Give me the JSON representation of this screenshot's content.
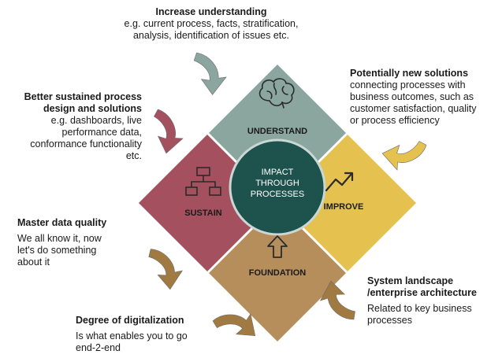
{
  "colors": {
    "understand": "#8aa69e",
    "improve": "#e5c14f",
    "sustain": "#a5505e",
    "foundation": "#b58e5c",
    "center": "#1e524d",
    "center_ring": "#c9d8d5",
    "arrow_brown": "#a07a40",
    "arrow_sage": "#8aa69e",
    "arrow_gold": "#e5c14f",
    "arrow_red": "#a5505e"
  },
  "icons": {
    "understand": "brain-icon",
    "improve": "trend-up-icon",
    "sustain": "org-chart-icon",
    "foundation": "arrow-up-icon"
  },
  "quadrants": {
    "understand": "UNDERSTAND",
    "improve": "IMPROVE",
    "sustain": "SUSTAIN",
    "foundation": "FOUNDATION"
  },
  "center": {
    "line1": "IMPACT",
    "line2": "THROUGH",
    "line3": "PROCESSES"
  },
  "callouts": {
    "increase": {
      "heading": "Increase understanding",
      "line1": "e.g. current process, facts, stratification,",
      "line2": "analysis, identification of issues etc."
    },
    "new_solutions": {
      "heading": "Potentially new solutions",
      "line1": "connecting processes with",
      "line2": "business outcomes, such as",
      "line3": "customer satisfaction, quality",
      "line4": "or process efficiency"
    },
    "sustained": {
      "heading1": "Better sustained process",
      "heading2": "design and solutions",
      "line1": "e.g. dashboards, live",
      "line2": "performance data,",
      "line3": "conformance functionality",
      "line4": "etc."
    },
    "master_data": {
      "heading": "Master data quality",
      "line1": "We all know it, now",
      "line2": "let's do something",
      "line3": "about it"
    },
    "system": {
      "heading1": "System landscape",
      "heading2": "/enterprise architecture",
      "line1": "Related to key business",
      "line2": "processes"
    },
    "digital": {
      "heading": "Degree of digitalization",
      "line1": "Is what enables you to go",
      "line2": "end-2-end"
    }
  }
}
